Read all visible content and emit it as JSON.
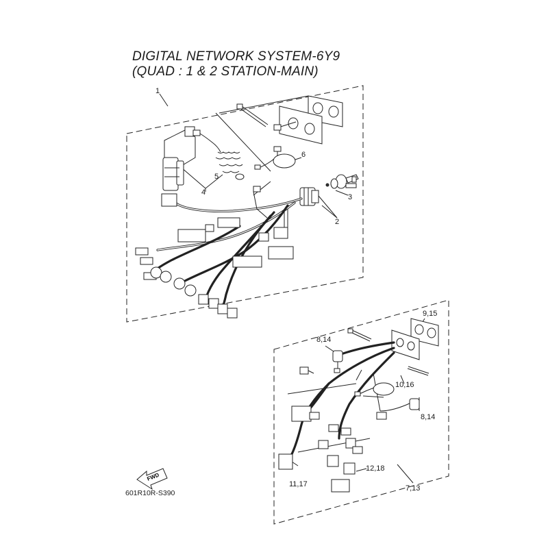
{
  "title": {
    "line1": "DIGITAL NETWORK SYSTEM-6Y9",
    "line2": "(QUAD : 1 & 2 STATION-MAIN)"
  },
  "callouts": {
    "c1": "1",
    "c2": "2",
    "c3": "3",
    "c4": "4",
    "c5": "5",
    "c6": "6",
    "c9_15": "9,15",
    "c8_14_top": "8,14",
    "c10_16": "10,16",
    "c8_14_right": "8,14",
    "c12_18": "12,18",
    "c11_17": "11,17",
    "c7_13": "7,13"
  },
  "fwd_label": "FWD",
  "diagram_code": "601R10R-S390"
}
